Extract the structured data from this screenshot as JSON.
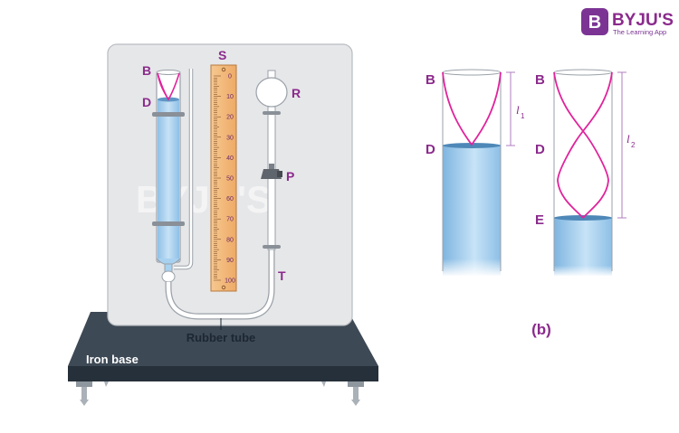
{
  "brand": {
    "name": "BYJU'S",
    "tagline": "The Learning App",
    "logo_letter": "B",
    "color": "#7b3494"
  },
  "apparatus": {
    "labels": {
      "B": "B",
      "D": "D",
      "S": "S",
      "R": "R",
      "P": "P",
      "T": "T"
    },
    "scale_values": [
      "0",
      "10",
      "20",
      "30",
      "40",
      "50",
      "60",
      "70",
      "80",
      "90",
      "100"
    ],
    "rubber_tube": "Rubber tube",
    "iron_base": "Iron base"
  },
  "panel_b": {
    "caption": "(b)",
    "left": {
      "top": "B",
      "bottom": "D",
      "length_letter": "l",
      "length_subscript": "1"
    },
    "right": {
      "top": "B",
      "middle": "D",
      "bottom": "E",
      "length_letter": "l",
      "length_subscript": "2"
    }
  },
  "colors": {
    "wave": "#e0249c",
    "label": "#8b2a8c",
    "water": "#a8d1f0",
    "board": "#e8e9eb",
    "base": "#3b4652",
    "scale": "#f2b97a"
  }
}
